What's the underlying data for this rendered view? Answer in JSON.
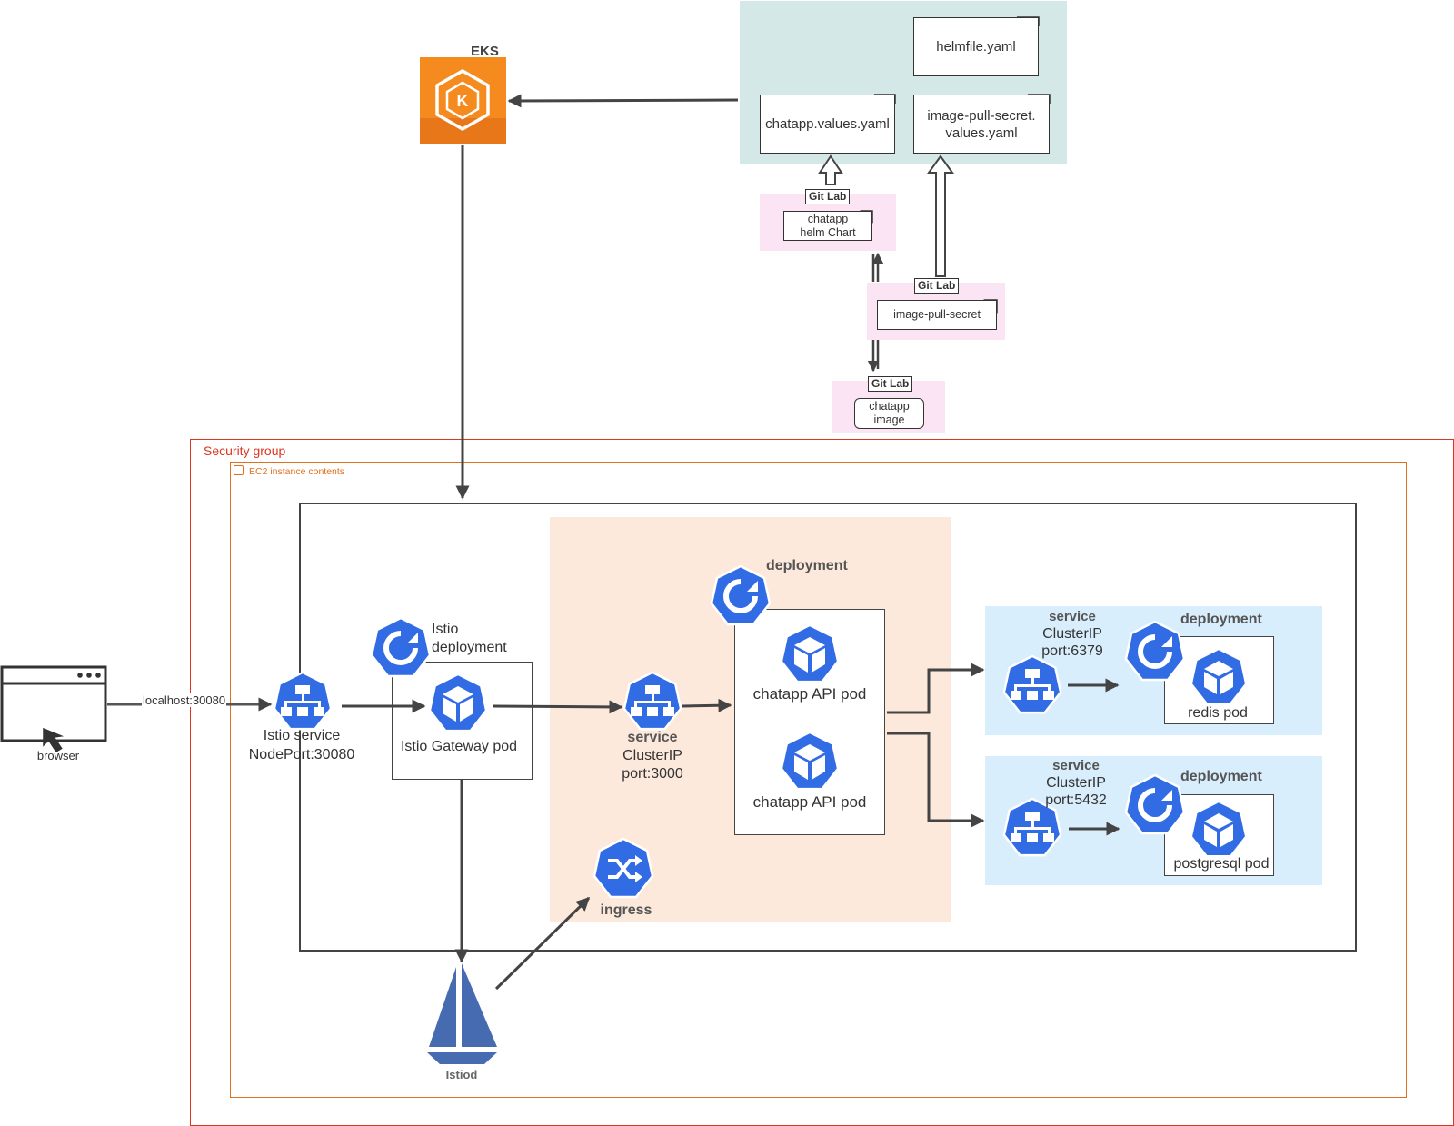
{
  "eks": {
    "label": "EKS"
  },
  "repo_files": {
    "helmfile": "helmfile.yaml",
    "chatapp_values": "chatapp.values.yaml",
    "image_pull_values": "image-pull-secret.\nvalues.yaml"
  },
  "gitlab": {
    "badge": "Git Lab",
    "helm_chart": "chatapp\nhelm Chart",
    "image_pull_secret": "image-pull-secret",
    "chatapp_image": "chatapp\nimage"
  },
  "security_group": {
    "label": "Security group"
  },
  "ec2": {
    "label": "EC2 instance contents"
  },
  "browser": {
    "label": "browser",
    "link_label": "localhost:30080"
  },
  "istio": {
    "service_line1": "Istio service",
    "service_line2": "NodePort:30080",
    "deployment_line1": "Istio",
    "deployment_line2": "deployment",
    "gateway_pod": "Istio Gateway pod",
    "istiod": "Istiod"
  },
  "chatapp": {
    "service_title": "service",
    "service_line1": "ClusterIP",
    "service_line2": "port:3000",
    "deployment_title": "deployment",
    "pod1": "chatapp API pod",
    "pod2": "chatapp API pod",
    "ingress": "ingress"
  },
  "redis": {
    "service_title": "service",
    "service_line1": "ClusterIP",
    "service_line2": "port:6379",
    "deployment_title": "deployment",
    "pod": "redis pod"
  },
  "postgres": {
    "service_title": "service",
    "service_line1": "ClusterIP",
    "service_line2": "port:5432",
    "deployment_title": "deployment",
    "pod": "postgresql pod"
  },
  "colors": {
    "k8s_blue": "#326ce5",
    "eks_orange": "#f58a1f",
    "security_red": "#dd3522",
    "ec2_orange": "#e07020",
    "repo_teal": "#d5e8e8",
    "gitlab_pink": "#fbe4f3",
    "chatapp_peach": "#fde9dc",
    "db_blue": "#d9eefc",
    "istio_blue": "#466bb0"
  }
}
